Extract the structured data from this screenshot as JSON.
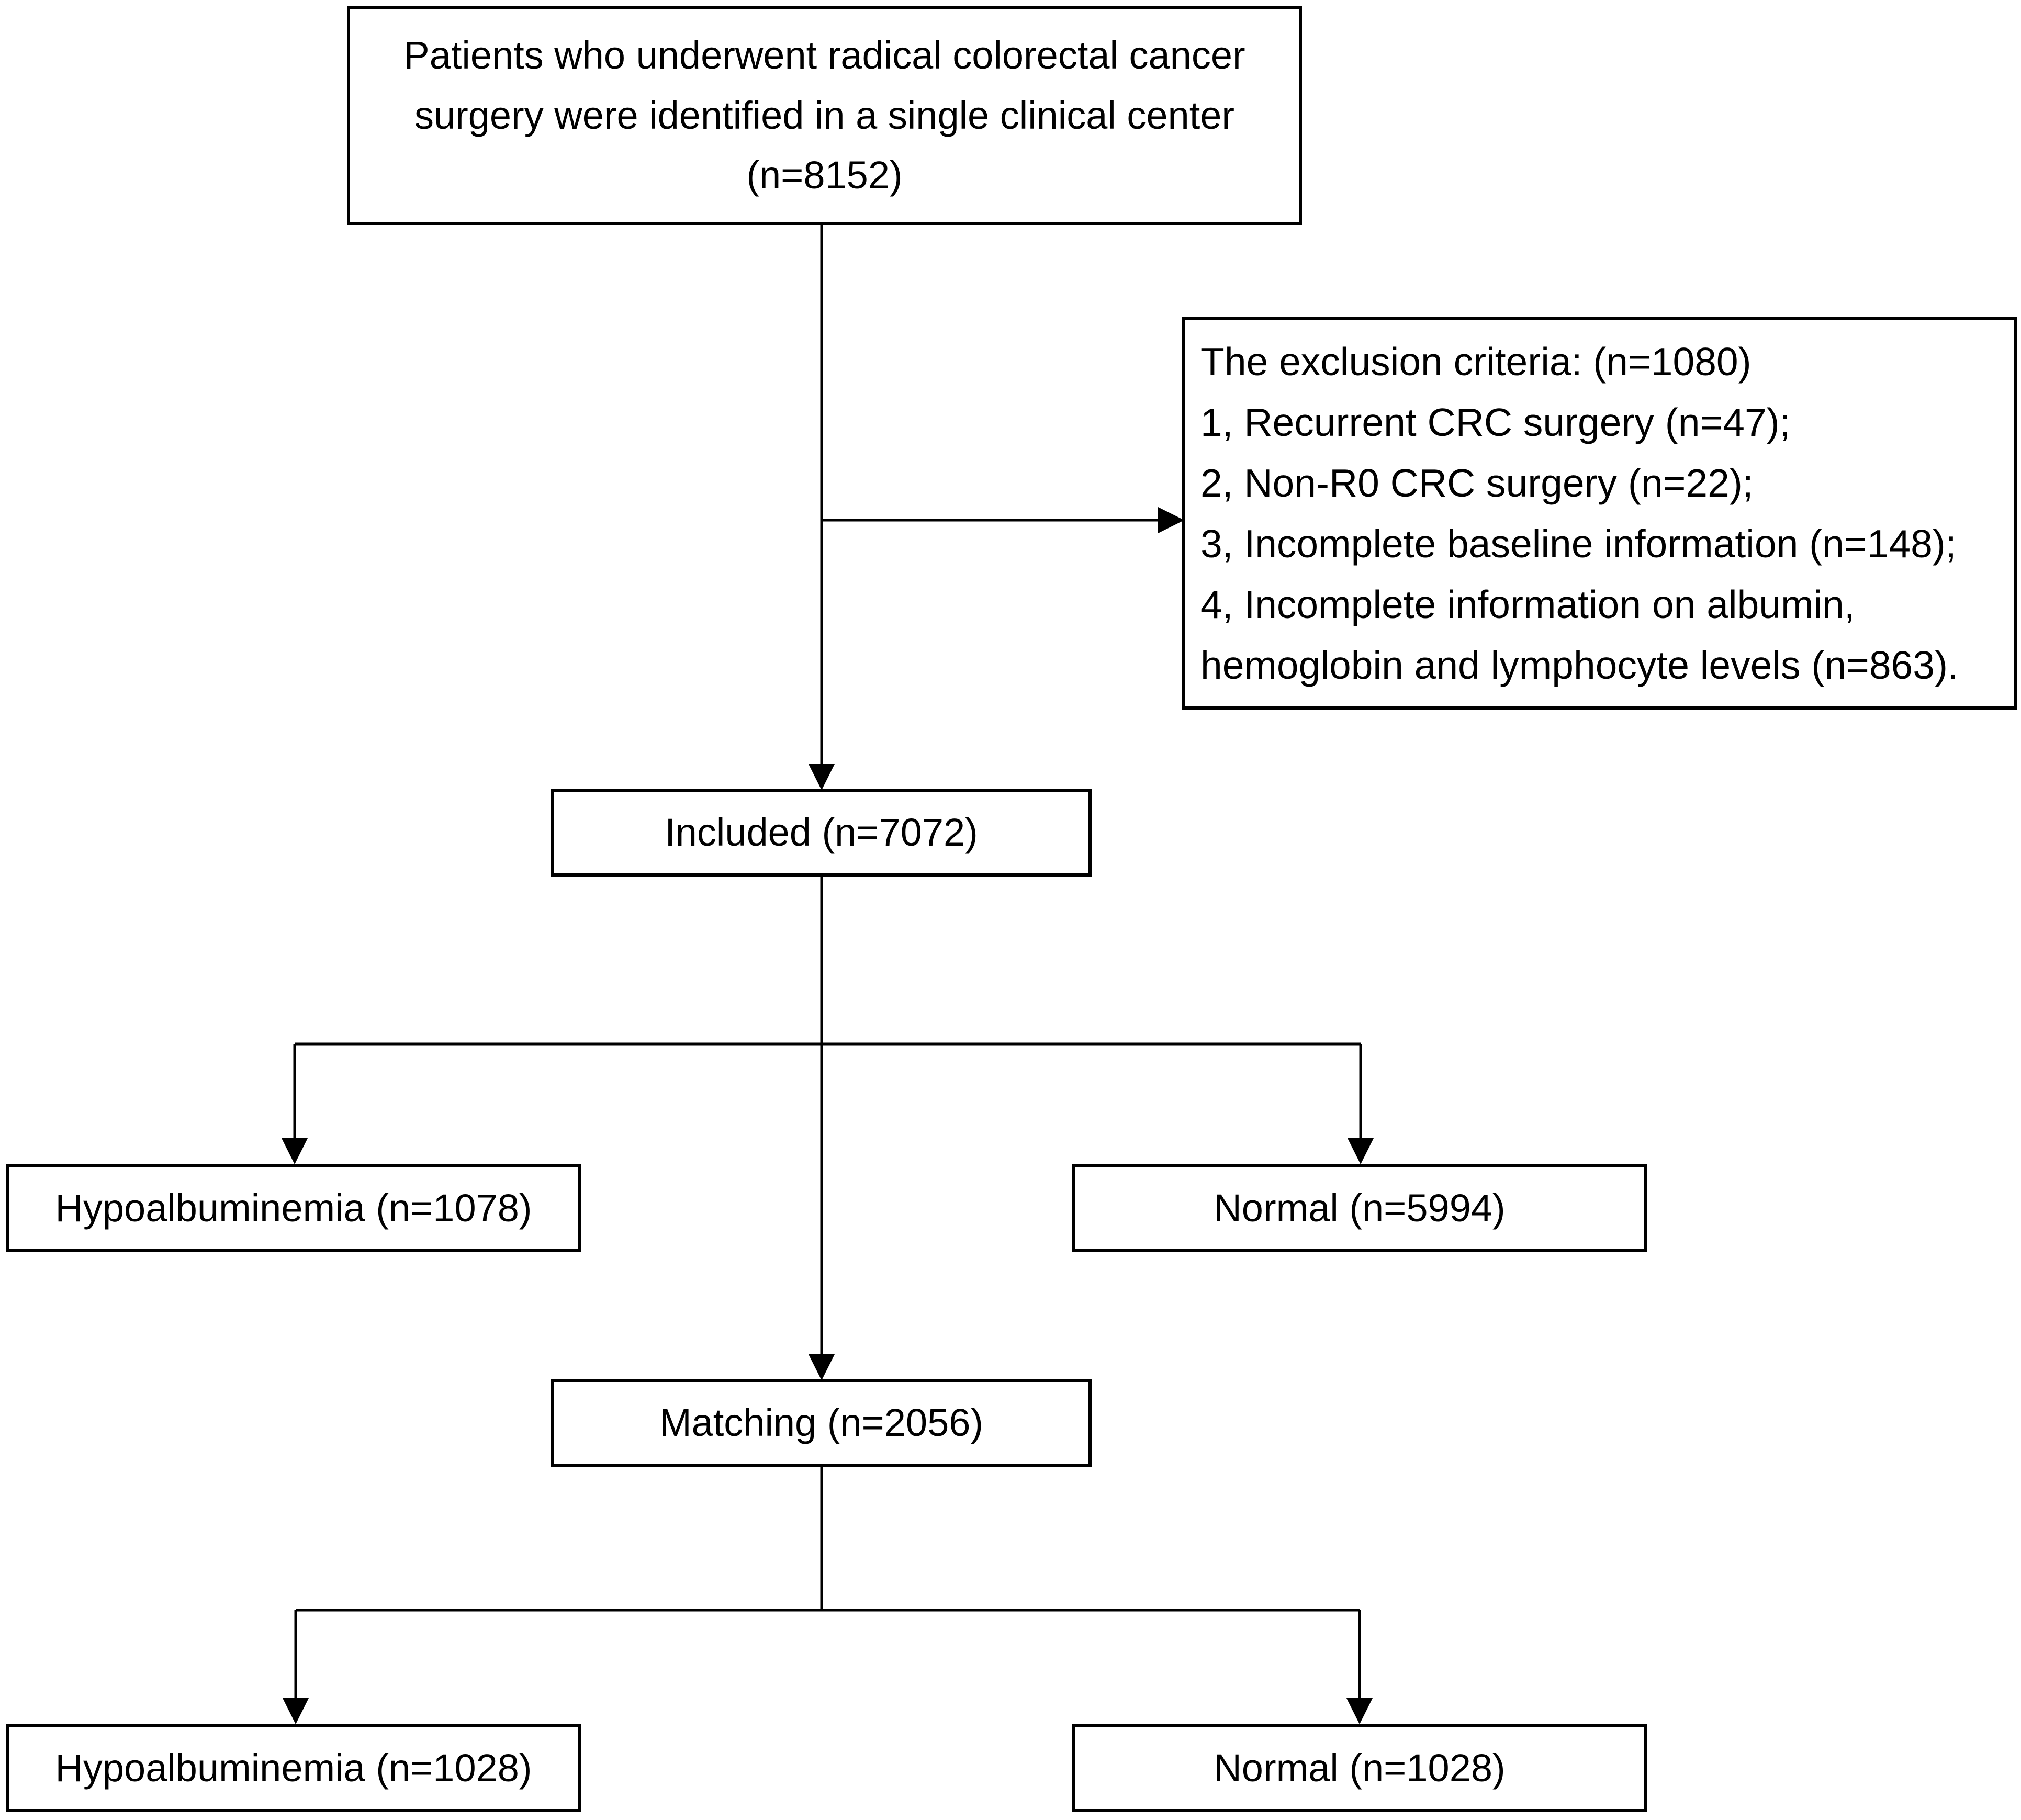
{
  "top_box": {
    "lines": [
      "Patients who underwent radical colorectal cancer",
      "surgery were identified in a single clinical center",
      "(n=8152)"
    ]
  },
  "exclusion_box": {
    "lines": [
      "The exclusion criteria: (n=1080)",
      "1, Recurrent CRC surgery (n=47);",
      "2, Non-R0 CRC surgery (n=22);",
      "3, Incomplete baseline information (n=148);",
      "4, Incomplete information on albumin,",
      "hemoglobin and lymphocyte levels (n=863)."
    ]
  },
  "included_box": {
    "label": "Included (n=7072)"
  },
  "hypo_before_box": {
    "label": "Hypoalbuminemia (n=1078)"
  },
  "normal_before_box": {
    "label": "Normal (n=5994)"
  },
  "matching_box": {
    "label": "Matching (n=2056)"
  },
  "hypo_after_box": {
    "label": "Hypoalbuminemia (n=1028)"
  },
  "normal_after_box": {
    "label": "Normal (n=1028)"
  }
}
